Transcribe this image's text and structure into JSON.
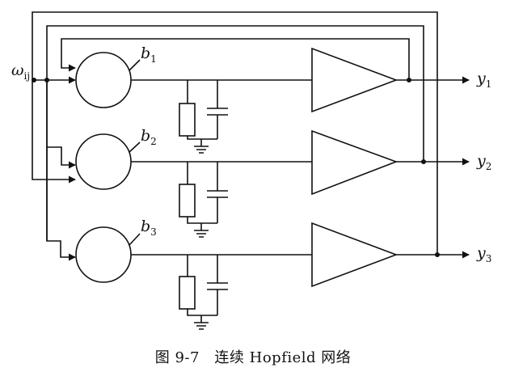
{
  "input_label": {
    "base": "ω",
    "sub": "ij"
  },
  "neurons": [
    {
      "bias": {
        "base": "b",
        "sub": "1"
      },
      "output": {
        "base": "y",
        "sub": "1"
      }
    },
    {
      "bias": {
        "base": "b",
        "sub": "2"
      },
      "output": {
        "base": "y",
        "sub": "2"
      }
    },
    {
      "bias": {
        "base": "b",
        "sub": "3"
      },
      "output": {
        "base": "y",
        "sub": "3"
      }
    }
  ],
  "caption": "图 9-7　连续 Hopfield 网络"
}
